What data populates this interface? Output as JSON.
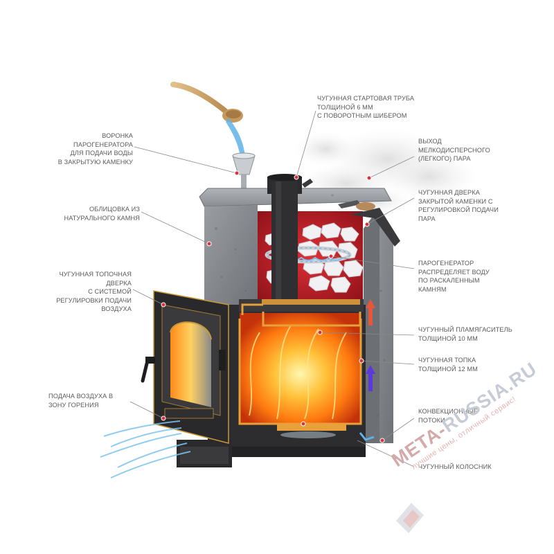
{
  "labels": {
    "pipe": "Чугунная стартовая труба\nтолщиной 6 мм\nс поворотным шибером",
    "funnel": "Воронка\nпарогенератора\nдля подачи воды\nв закрытую каменку",
    "steam_out": "Выход\nмелкодисперсного\n(легкого) пара",
    "stone_cladding": "Облицовка из\nнатурального камня",
    "heater_door": "Чугунная дверка\nзакрытой каменки с\nрегулировкой подачи\nпара",
    "steam_generator": "Парогенератор\nраспределяет воду\nпо раскаленным\nкамням",
    "firebox_door": "Чугунная топочная\nдверка\nс системой\nрегулировки подачи\nвоздуха",
    "flame_arrester": "Чугунный пламягаситель\nтолщиной 10 мм",
    "firebox": "Чугунная топка\nтолщиной 12 мм",
    "air_supply": "Подача воздуха в\nзону горения",
    "convection": "Конвекционные\nпотоки",
    "grate": "Чугунный колосник"
  },
  "watermark": {
    "brand_prefix": "META-",
    "brand_suffix": "RUSSIA.RU",
    "slogan": "лучшие цены, отличный сервис!"
  },
  "colors": {
    "stone": "#8c8f94",
    "iron": "#2d2d2f",
    "fire": "#ff9a1a",
    "frame": "#e8a13a",
    "marker": "#d6343c",
    "water": "#5fb3e8"
  },
  "icons": {
    "marker": "red-dot-marker",
    "hot_flow": "red-up-arrow",
    "cold_flow": "blue-up-arrow"
  }
}
